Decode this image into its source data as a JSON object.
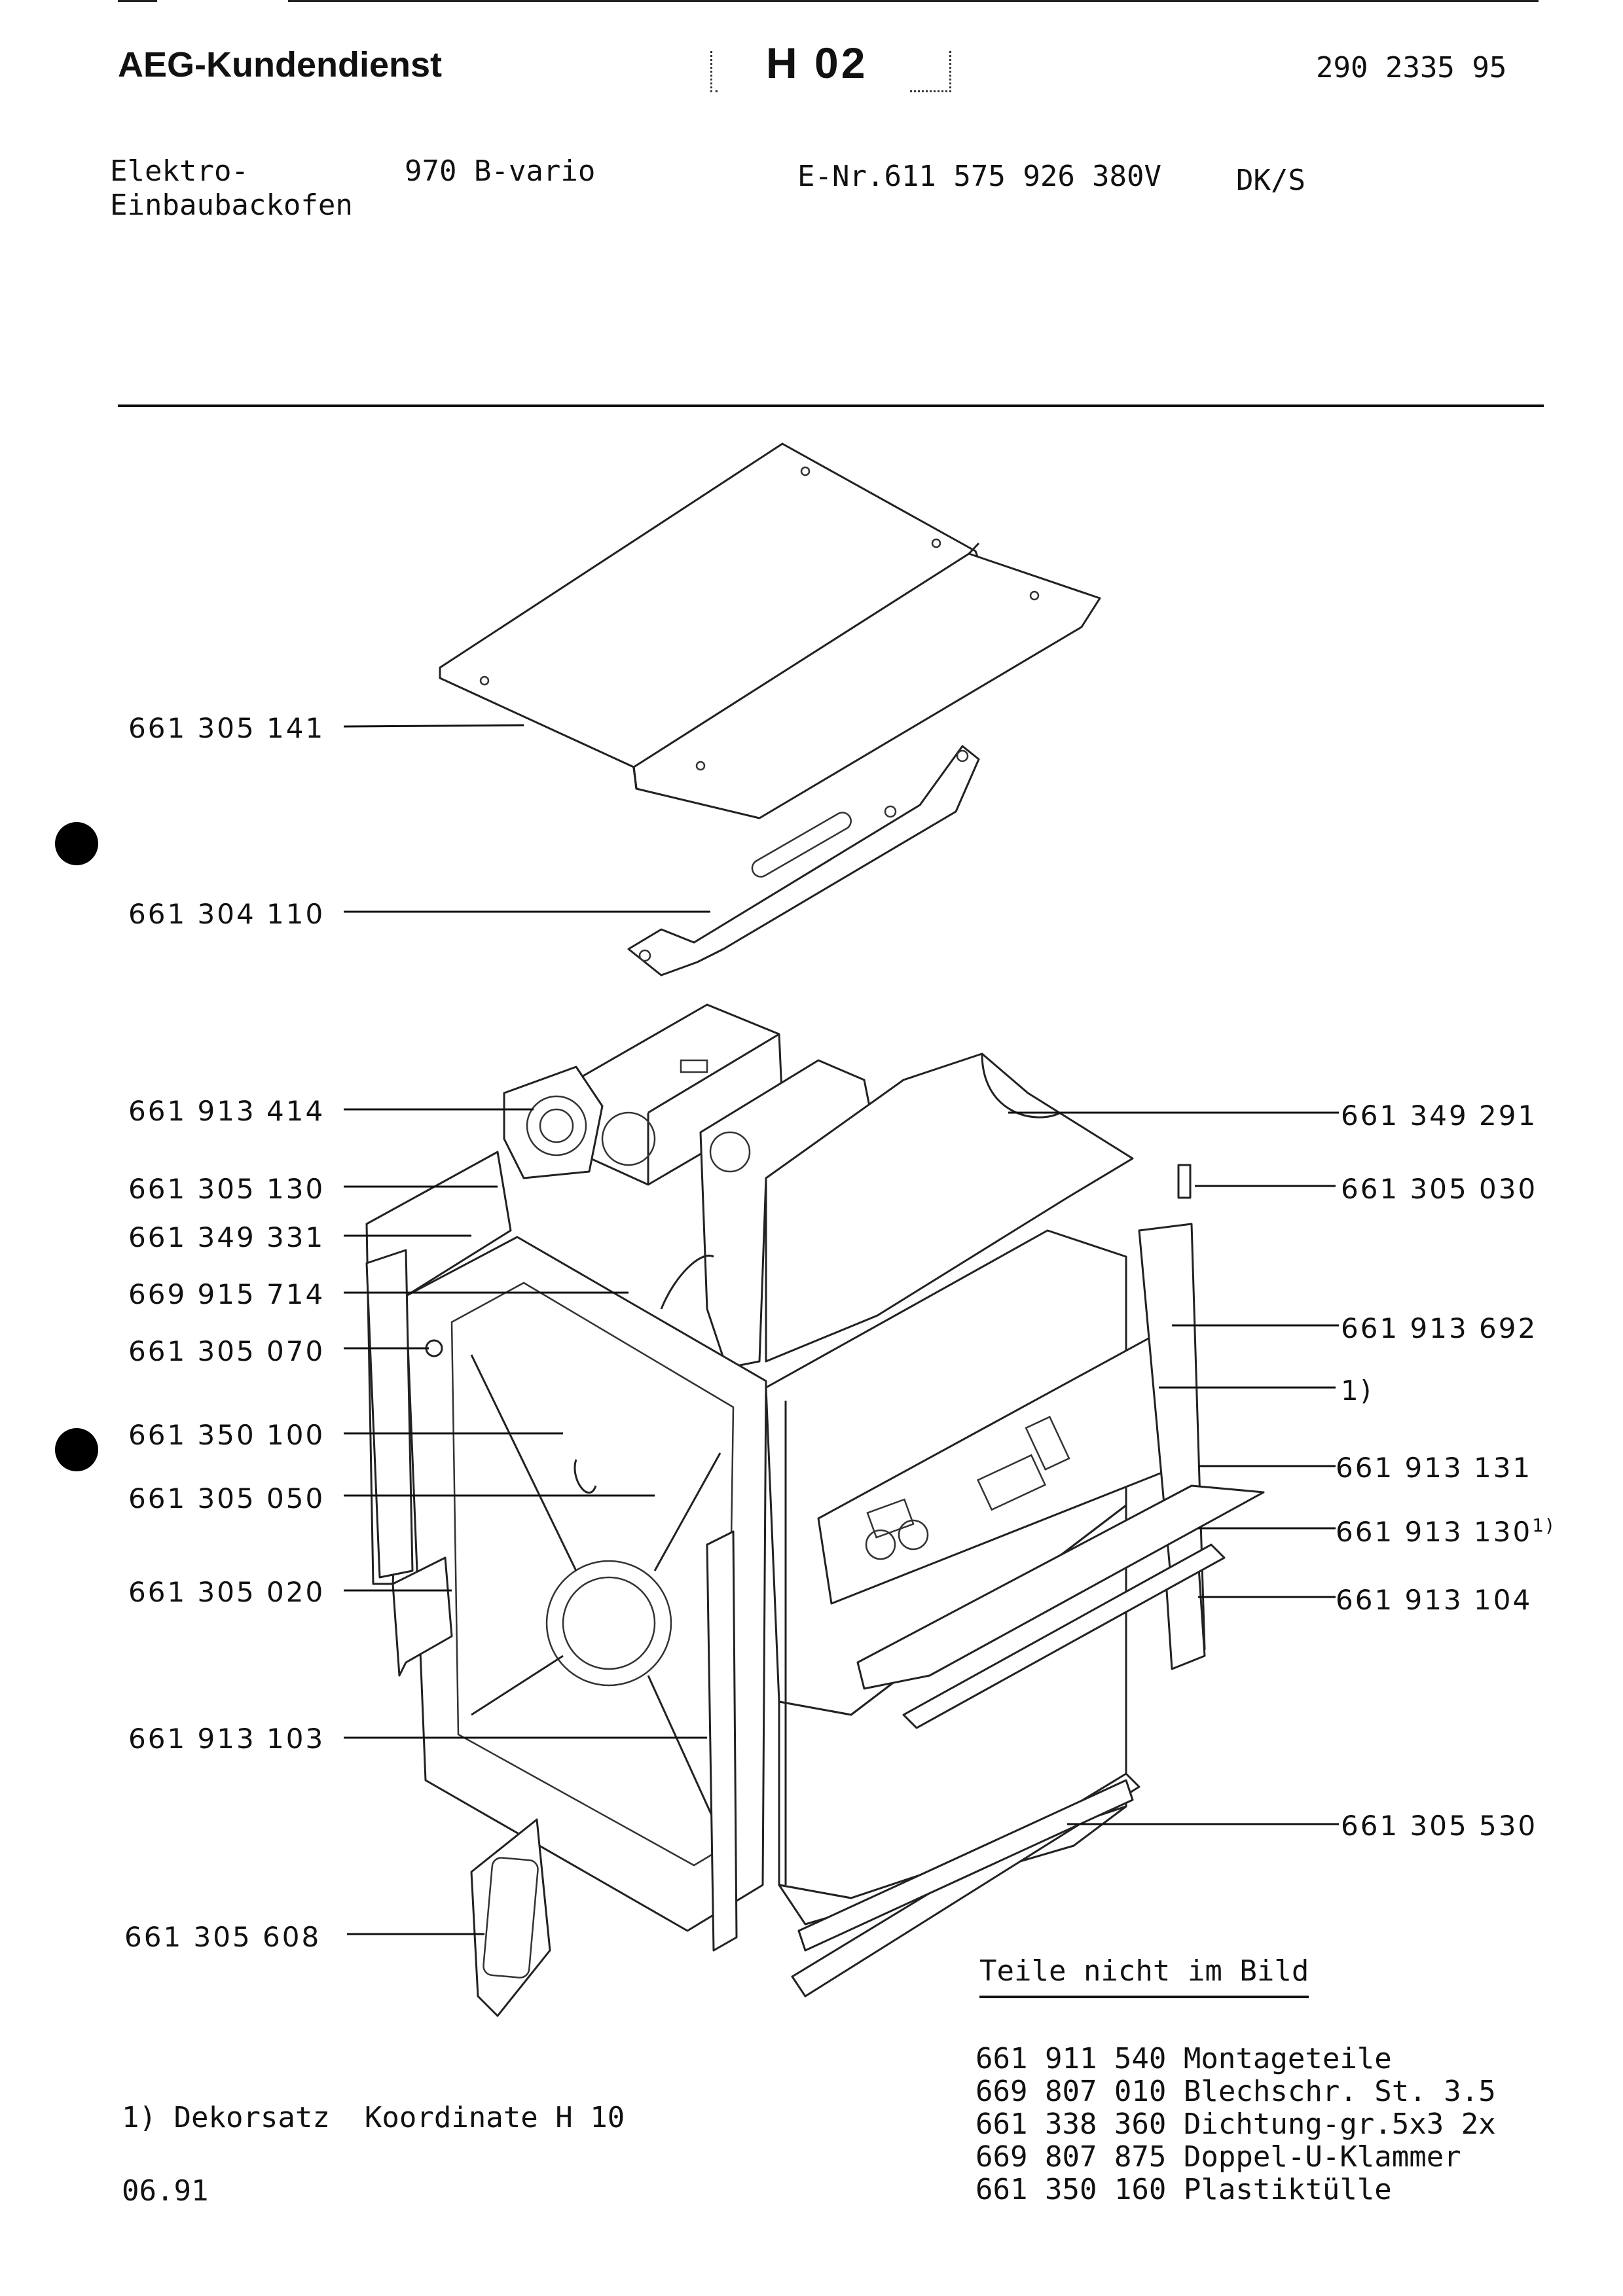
{
  "header": {
    "brand": "AEG-Kundendienst",
    "sheet": "H 02",
    "doc_number": "290 2335 95"
  },
  "product": {
    "type_line1": "Elektro-",
    "type_line2": "Einbaubackofen",
    "model": "970 B-vario",
    "enr": "E-Nr.611 575 926",
    "voltage": "380V",
    "variant": "DK/S"
  },
  "parts_left": [
    "661 305 141",
    "661 304 110",
    "661 913 414",
    "661 305 130",
    "661 349 331",
    "669 915 714",
    "661 305 070",
    "661 350 100",
    "661 305 050",
    "661 305 020",
    "661 913 103",
    "661 305 608"
  ],
  "parts_right": [
    {
      "code": "661 349 291",
      "note": ""
    },
    {
      "code": "661 305 030",
      "note": ""
    },
    {
      "code": "661 913 692",
      "note": ""
    },
    {
      "code": "1)",
      "note": ""
    },
    {
      "code": "661 913 131",
      "note": ""
    },
    {
      "code": "661 913 130",
      "note": "1)"
    },
    {
      "code": "661 913 104",
      "note": ""
    },
    {
      "code": "661 305 530",
      "note": ""
    }
  ],
  "not_pictured": {
    "title": "Teile nicht im Bild",
    "items": [
      {
        "code": "661 911 540",
        "desc": "Montageteile"
      },
      {
        "code": "669 807 010",
        "desc": "Blechschr. St. 3.5"
      },
      {
        "code": "661 338 360",
        "desc": "Dichtung-gr.5x3 2x"
      },
      {
        "code": "669 807 875",
        "desc": "Doppel-U-Klammer"
      },
      {
        "code": "661 350 160",
        "desc": "Plastiktülle"
      }
    ]
  },
  "footnote": "1) Dekorsatz  Koordinate H 10",
  "date": "06.91",
  "icons": {
    "marker": "filled-circle-marker-icon"
  },
  "colors": {
    "ink": "#111111",
    "paper": "#ffffff"
  }
}
